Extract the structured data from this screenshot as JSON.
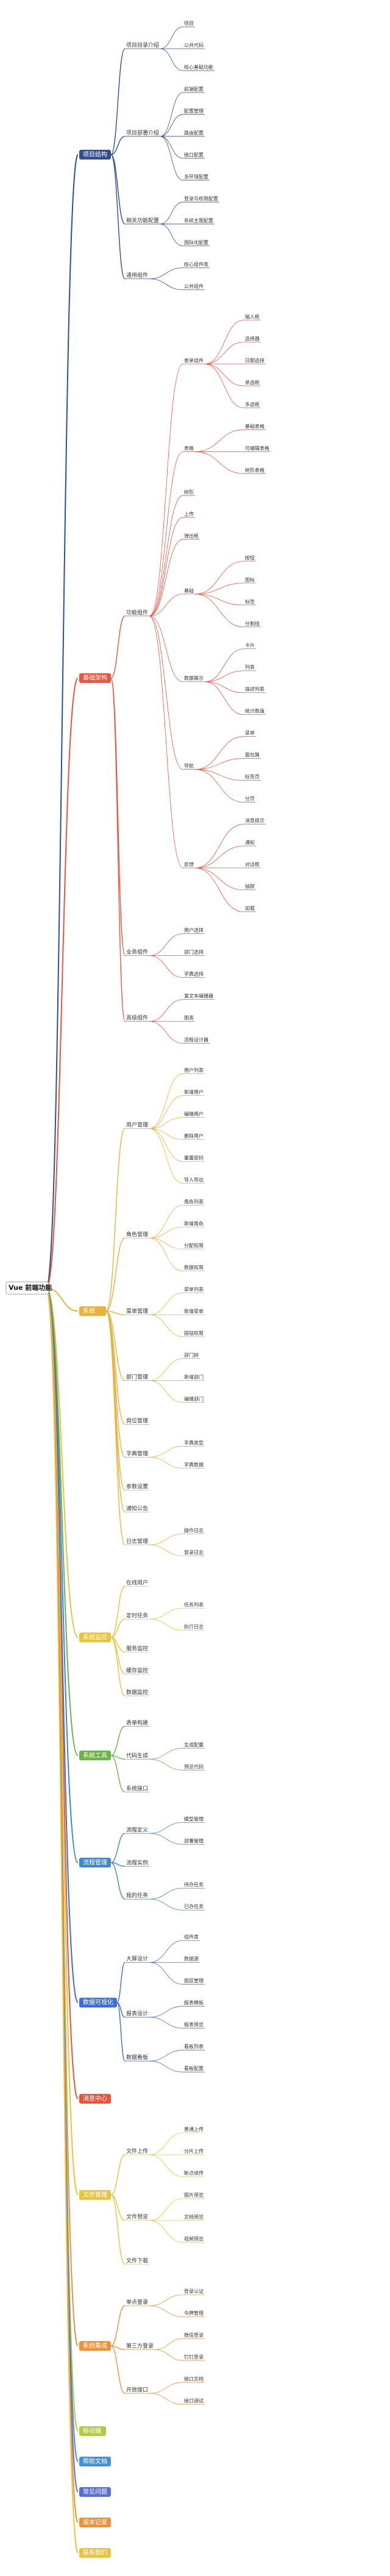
{
  "root": "Vue 前端功能",
  "colors": {
    "line": "#c9c9c9",
    "branch": [
      "#2f4f8f",
      "#e8553e",
      "#e8b23e",
      "#e8c33e",
      "#6cb34a",
      "#3e88c9",
      "#3e6fcf",
      "#e8553e",
      "#e8c33e",
      "#e8933e",
      "#b7c93e",
      "#4a8fd9",
      "#5a6fd6",
      "#e8933e",
      "#e8c33e"
    ]
  },
  "branches": [
    {
      "label": "项目结构",
      "children": [
        {
          "label": "项目目录介绍",
          "children": [
            {
              "label": "项目"
            },
            {
              "label": "公共代码"
            },
            {
              "label": "核心基础功能"
            }
          ]
        },
        {
          "label": "项目部署介绍",
          "children": [
            {
              "label": "前端配置"
            },
            {
              "label": "配置管理"
            },
            {
              "label": "路由配置"
            },
            {
              "label": "接口配置"
            },
            {
              "label": "多环境配置"
            }
          ]
        },
        {
          "label": "相关功能配置",
          "children": [
            {
              "label": "登录与权限配置"
            },
            {
              "label": "系统主题配置"
            },
            {
              "label": "国际化配置"
            }
          ]
        },
        {
          "label": "通用组件",
          "children": [
            {
              "label": "核心组件库"
            },
            {
              "label": "公共组件"
            }
          ]
        }
      ]
    },
    {
      "label": "基础架构",
      "children": [
        {
          "label": "功能组件",
          "children": [
            {
              "label": "表单组件",
              "children": [
                {
                  "label": "输入框"
                },
                {
                  "label": "选择器"
                },
                {
                  "label": "日期选择"
                },
                {
                  "label": "单选框"
                },
                {
                  "label": "多选框"
                }
              ]
            },
            {
              "label": "表格",
              "children": [
                {
                  "label": "基础表格"
                },
                {
                  "label": "可编辑表格"
                },
                {
                  "label": "树形表格"
                }
              ]
            },
            {
              "label": "树形"
            },
            {
              "label": "上传"
            },
            {
              "label": "弹出框"
            },
            {
              "label": "基础",
              "children": [
                {
                  "label": "按钮"
                },
                {
                  "label": "图标"
                },
                {
                  "label": "标签"
                },
                {
                  "label": "分割线"
                }
              ]
            },
            {
              "label": "数据展示",
              "children": [
                {
                  "label": "卡片"
                },
                {
                  "label": "列表"
                },
                {
                  "label": "描述列表"
                },
                {
                  "label": "统计数值"
                }
              ]
            },
            {
              "label": "导航",
              "children": [
                {
                  "label": "菜单"
                },
                {
                  "label": "面包屑"
                },
                {
                  "label": "标签页"
                },
                {
                  "label": "分页"
                }
              ]
            },
            {
              "label": "反馈",
              "children": [
                {
                  "label": "消息提示"
                },
                {
                  "label": "通知"
                },
                {
                  "label": "对话框"
                },
                {
                  "label": "抽屉"
                },
                {
                  "label": "加载"
                }
              ]
            }
          ]
        },
        {
          "label": "业务组件",
          "children": [
            {
              "label": "用户选择"
            },
            {
              "label": "部门选择"
            },
            {
              "label": "字典选择"
            }
          ]
        },
        {
          "label": "高级组件",
          "children": [
            {
              "label": "富文本编辑器"
            },
            {
              "label": "图表"
            },
            {
              "label": "流程设计器"
            }
          ]
        }
      ]
    },
    {
      "label": "系统",
      "children": [
        {
          "label": "用户管理",
          "children": [
            {
              "label": "用户列表"
            },
            {
              "label": "新增用户"
            },
            {
              "label": "编辑用户"
            },
            {
              "label": "删除用户"
            },
            {
              "label": "重置密码"
            },
            {
              "label": "导入导出"
            }
          ]
        },
        {
          "label": "角色管理",
          "children": [
            {
              "label": "角色列表"
            },
            {
              "label": "新增角色"
            },
            {
              "label": "分配权限"
            },
            {
              "label": "数据权限"
            }
          ]
        },
        {
          "label": "菜单管理",
          "children": [
            {
              "label": "菜单列表"
            },
            {
              "label": "新增菜单"
            },
            {
              "label": "按钮权限"
            }
          ]
        },
        {
          "label": "部门管理",
          "children": [
            {
              "label": "部门树"
            },
            {
              "label": "新增部门"
            },
            {
              "label": "编辑部门"
            }
          ]
        },
        {
          "label": "岗位管理"
        },
        {
          "label": "字典管理",
          "children": [
            {
              "label": "字典类型"
            },
            {
              "label": "字典数据"
            }
          ]
        },
        {
          "label": "参数设置"
        },
        {
          "label": "通知公告"
        },
        {
          "label": "日志管理",
          "children": [
            {
              "label": "操作日志"
            },
            {
              "label": "登录日志"
            }
          ]
        }
      ]
    },
    {
      "label": "系统监控",
      "children": [
        {
          "label": "在线用户"
        },
        {
          "label": "定时任务",
          "children": [
            {
              "label": "任务列表"
            },
            {
              "label": "执行日志"
            }
          ]
        },
        {
          "label": "服务监控"
        },
        {
          "label": "缓存监控"
        },
        {
          "label": "数据监控"
        }
      ]
    },
    {
      "label": "系统工具",
      "children": [
        {
          "label": "表单构建"
        },
        {
          "label": "代码生成",
          "children": [
            {
              "label": "生成配置"
            },
            {
              "label": "预览代码"
            }
          ]
        },
        {
          "label": "系统接口"
        }
      ]
    },
    {
      "label": "流程管理",
      "children": [
        {
          "label": "流程定义",
          "children": [
            {
              "label": "模型管理"
            },
            {
              "label": "部署管理"
            }
          ]
        },
        {
          "label": "流程实例"
        },
        {
          "label": "我的任务",
          "children": [
            {
              "label": "待办任务"
            },
            {
              "label": "已办任务"
            }
          ]
        }
      ]
    },
    {
      "label": "数据可视化",
      "children": [
        {
          "label": "大屏设计",
          "children": [
            {
              "label": "组件库"
            },
            {
              "label": "数据源"
            },
            {
              "label": "图层管理"
            }
          ]
        },
        {
          "label": "报表设计",
          "children": [
            {
              "label": "报表模板"
            },
            {
              "label": "报表预览"
            }
          ]
        },
        {
          "label": "数据看板",
          "children": [
            {
              "label": "看板列表"
            },
            {
              "label": "看板配置"
            }
          ]
        }
      ]
    },
    {
      "label": "消息中心"
    },
    {
      "label": "文件管理",
      "children": [
        {
          "label": "文件上传",
          "children": [
            {
              "label": "普通上传"
            },
            {
              "label": "分片上传"
            },
            {
              "label": "断点续传"
            }
          ]
        },
        {
          "label": "文件预览",
          "children": [
            {
              "label": "图片预览"
            },
            {
              "label": "文档预览"
            },
            {
              "label": "视频预览"
            }
          ]
        },
        {
          "label": "文件下载"
        }
      ]
    },
    {
      "label": "系统集成",
      "children": [
        {
          "label": "单点登录",
          "children": [
            {
              "label": "登录认证"
            },
            {
              "label": "令牌管理"
            }
          ]
        },
        {
          "label": "第三方登录",
          "children": [
            {
              "label": "微信登录"
            },
            {
              "label": "钉钉登录"
            }
          ]
        },
        {
          "label": "开放接口",
          "children": [
            {
              "label": "接口文档"
            },
            {
              "label": "接口调试"
            }
          ]
        }
      ]
    },
    {
      "label": "移动端"
    },
    {
      "label": "帮助文档"
    },
    {
      "label": "常见问题"
    },
    {
      "label": "版本记录"
    },
    {
      "label": "联系我们"
    }
  ]
}
